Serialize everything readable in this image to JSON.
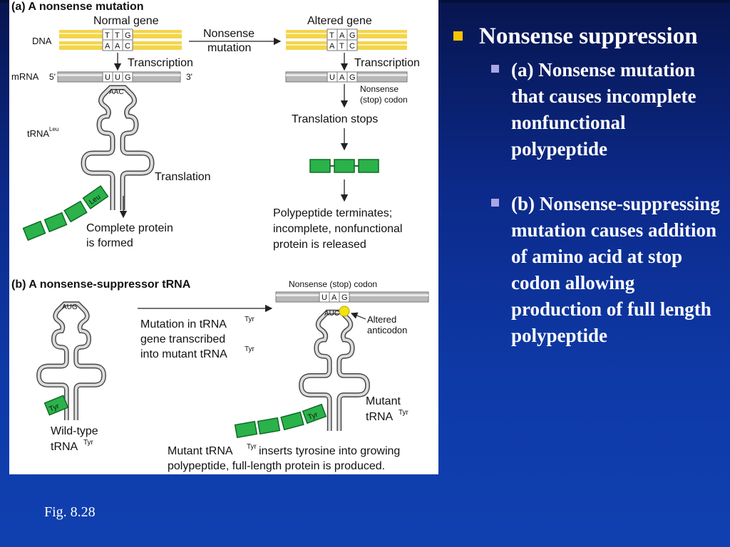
{
  "slide": {
    "heading": "Nonsense suppression",
    "bullets": [
      "(a) Nonsense mutation that causes incomplete nonfunctional polypeptide",
      "(b) Nonsense-suppressing mutation causes addition of amino acid at stop codon allowing production of full length polypeptide"
    ],
    "caption": "Fig. 8.28"
  },
  "figure": {
    "panel_a": {
      "title": "(a)  A nonsense mutation",
      "normal_gene": "Normal gene",
      "altered_gene": "Altered gene",
      "dna": "DNA",
      "mrna": "mRNA",
      "five_prime": "5'",
      "three_prime": "3'",
      "nonsense_mutation_1": "Nonsense",
      "nonsense_mutation_2": "mutation",
      "transcription": "Transcription",
      "normal_top": [
        "T",
        "T",
        "G"
      ],
      "normal_bottom": [
        "A",
        "A",
        "C"
      ],
      "altered_top": [
        "T",
        "A",
        "G"
      ],
      "altered_bottom": [
        "A",
        "T",
        "C"
      ],
      "normal_codon": [
        "U",
        "U",
        "G"
      ],
      "altered_codon": [
        "U",
        "A",
        "G"
      ],
      "anticodon": "AAC",
      "nonsense_codon_1": "Nonsense",
      "nonsense_codon_2": "(stop) codon",
      "translation_stops": "Translation stops",
      "trna_leu": "tRNA",
      "leu_sup": "Leu",
      "translation": "Translation",
      "leu_bead": "Leu",
      "complete_1": "Complete protein",
      "complete_2": "is formed",
      "terminates_1": "Polypeptide terminates;",
      "terminates_2": "incomplete, nonfunctional",
      "terminates_3": "protein is released"
    },
    "panel_b": {
      "title": "(b)  A nonsense-suppressor tRNA",
      "stop_codon_label": "Nonsense (stop) codon",
      "stop_codon": [
        "U",
        "A",
        "G"
      ],
      "wt_anticodon": "AUG",
      "mut_anticodon": "AUC",
      "mutation_1": "Mutation in tRNA",
      "tyr_sup": "Tyr",
      "mutation_2": "gene transcribed",
      "mutation_3": "into mutant tRNA",
      "altered_1": "Altered",
      "altered_2": "anticodon",
      "tyr_bead": "Tyr",
      "wild_type": "Wild-type",
      "trna": "tRNA",
      "mutant": "Mutant",
      "mutant_inserts": "Mutant tRNA",
      "inserts_rest": " inserts tyrosine into growing",
      "inserts_2": "polypeptide, full-length protein is produced."
    },
    "colors": {
      "dna": "#f4d44d",
      "mrna": "#b8b8b8",
      "bead": "#2bb24a",
      "bead_edge": "#0e6b25",
      "highlight": "#f3e30d"
    }
  }
}
